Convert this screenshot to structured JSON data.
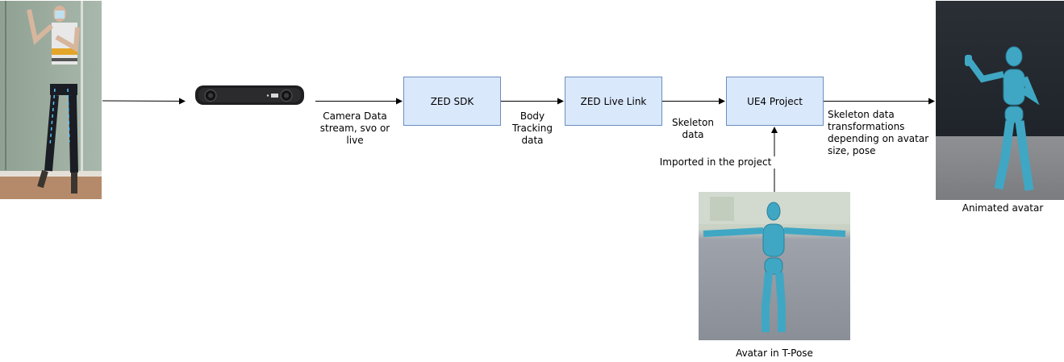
{
  "nodes": {
    "sdk": "ZED SDK",
    "livelink": "ZED Live Link",
    "ue4": "UE4 Project"
  },
  "edges": {
    "camera_to_sdk": [
      "Camera Data",
      "stream, svo or",
      "live"
    ],
    "sdk_to_livelink": [
      "Body",
      "Tracking",
      "data"
    ],
    "livelink_to_ue4": [
      "Skeleton",
      "data"
    ],
    "ue4_to_output": [
      "Skeleton data",
      "transformations",
      "depending on avatar",
      "size, pose"
    ],
    "avatar_to_ue4": "Imported in the project"
  },
  "captions": {
    "animated": "Animated avatar",
    "tpose": "Avatar in T-Pose"
  },
  "colors": {
    "box_fill": "#dae8fc",
    "box_stroke": "#6c8ebf",
    "avatar": "#3fa7c4"
  },
  "icons": {
    "person_photo": "person-photo",
    "camera": "zed-camera",
    "animated_avatar": "animated-avatar-render",
    "tpose_avatar": "tpose-avatar-render"
  }
}
